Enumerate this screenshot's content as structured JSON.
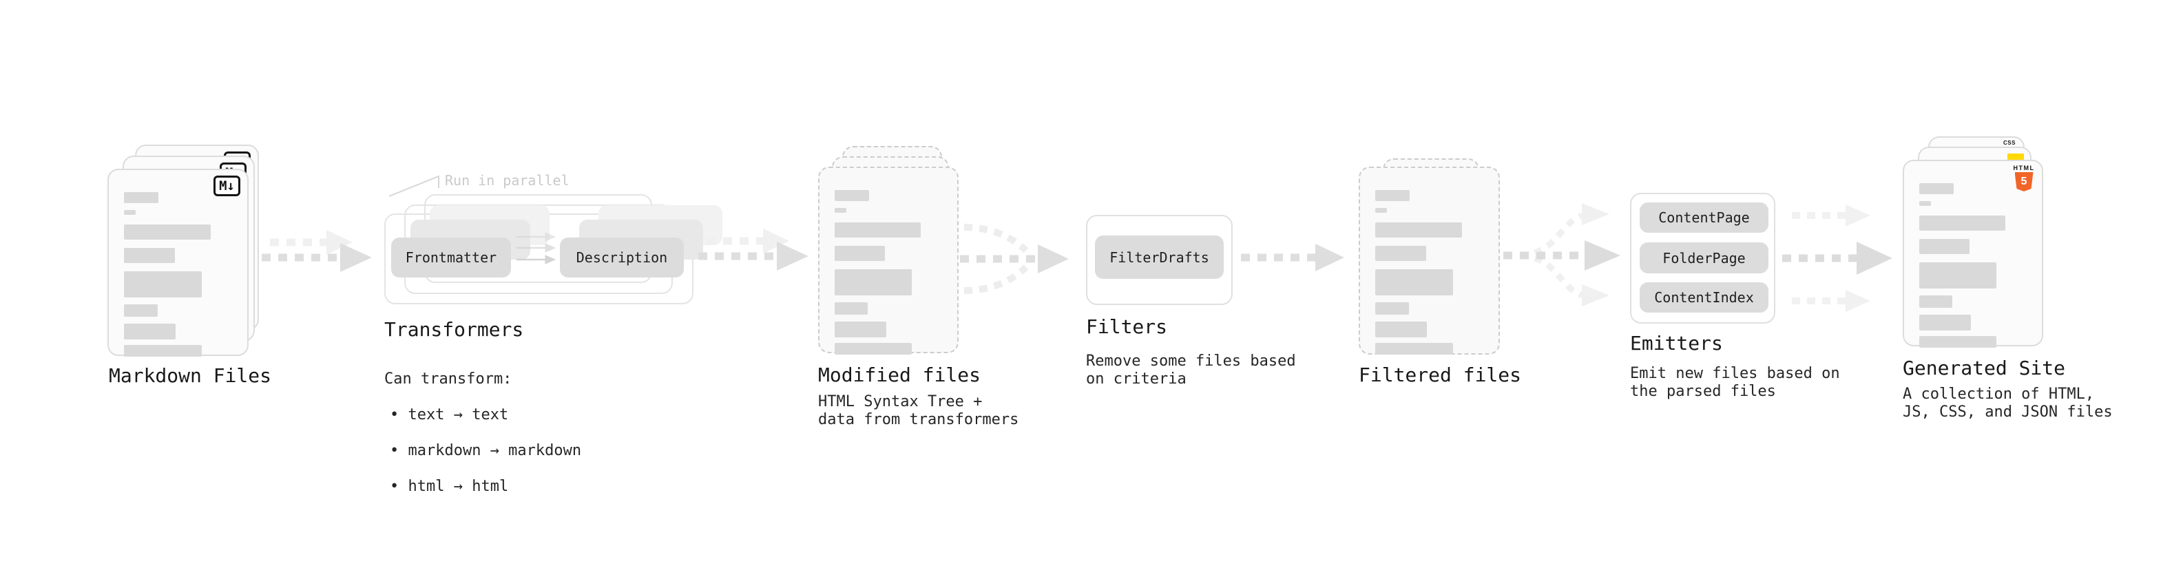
{
  "stages": {
    "markdown_files": {
      "label": "Markdown Files",
      "badge": "M↓"
    },
    "transformers": {
      "label": "Transformers",
      "note": "Run in parallel",
      "chip_a": "Frontmatter",
      "chip_b": "Description",
      "desc_title": "Can transform:",
      "bullets": [
        "• text → text",
        "• markdown → markdown",
        "• html → html"
      ]
    },
    "modified_files": {
      "label": "Modified files",
      "desc": "HTML Syntax Tree +\ndata from transformers"
    },
    "filters": {
      "label": "Filters",
      "chip": "FilterDrafts",
      "desc": "Remove some files based\non criteria"
    },
    "filtered_files": {
      "label": "Filtered files"
    },
    "emitters": {
      "label": "Emitters",
      "chips": [
        "ContentPage",
        "FolderPage",
        "ContentIndex"
      ],
      "desc": "Emit new files based on\nthe parsed files"
    },
    "generated_site": {
      "label": "Generated Site",
      "desc": "A collection of HTML,\nJS, CSS, and JSON files",
      "css_badge": "CSS",
      "html_logo": {
        "text": "HTML",
        "number": "5"
      }
    }
  },
  "colors": {
    "html5_orange": "#f16529",
    "js_yellow": "#ffd900",
    "css_blue": "#2b6be8"
  }
}
